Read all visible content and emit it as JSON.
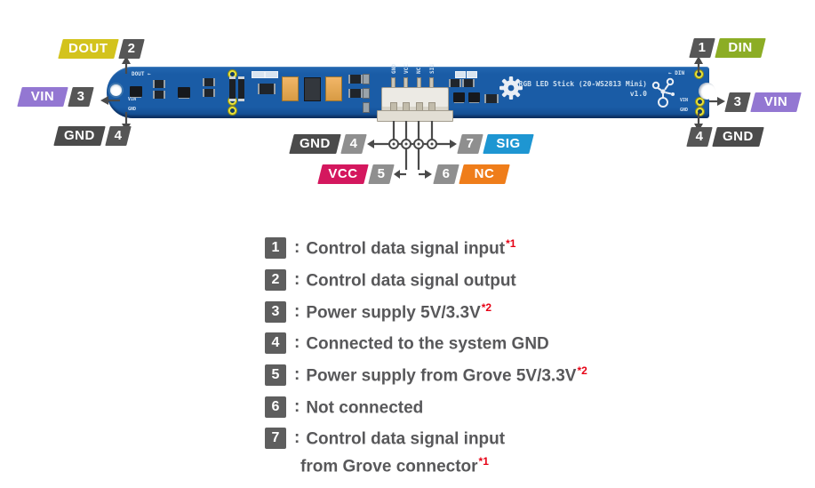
{
  "colors": {
    "board_blue": "#1a5ca6",
    "dout_yellow": "#d3c31d",
    "vin_purple": "#9377d2",
    "gnd_dark": "#4b4b4b",
    "din_green": "#8cad25",
    "sig_blue": "#1e96d2",
    "vcc_magenta": "#d4175e",
    "nc_orange": "#ef7d1a",
    "badge_dark": "#565656",
    "badge_light": "#8f8f8f",
    "legend_square_gray": "#5e5e5e",
    "legend_text_gray": "#58585a",
    "footnote_red": "#e60014",
    "wire_gray": "#4a4a4a",
    "pad_yellow": "#e6e23a"
  },
  "board": {
    "title": "RGB LED Stick (20-WS2813 Mini)",
    "version": "v1.0",
    "silk_dout": "DOUT ←",
    "silk_din": "← DIN",
    "silk_vin_left": "VIN",
    "silk_gnd_left": "GND",
    "silk_vin_right": "VIN",
    "silk_gnd_right": "GND",
    "connector_silk": {
      "pin1": "GND",
      "pin2": "VCC",
      "pin3": "NC",
      "pin4": "SIG"
    }
  },
  "callouts": {
    "left": {
      "dout": {
        "label": "DOUT",
        "num": "2"
      },
      "vin": {
        "label": "VIN",
        "num": "3"
      },
      "gnd": {
        "label": "GND",
        "num": "4"
      }
    },
    "right": {
      "din": {
        "num": "1",
        "label": "DIN"
      },
      "vin": {
        "num": "3",
        "label": "VIN"
      },
      "gnd": {
        "num": "4",
        "label": "GND"
      }
    },
    "grove": {
      "gnd": {
        "label": "GND",
        "num": "4"
      },
      "sig": {
        "num": "7",
        "label": "SIG"
      },
      "vcc": {
        "label": "VCC",
        "num": "5"
      },
      "nc": {
        "num": "6",
        "label": "NC"
      }
    }
  },
  "legend": {
    "separator": ":",
    "items": [
      {
        "num": "1",
        "text": "Control data signal input",
        "sup": "*1"
      },
      {
        "num": "2",
        "text": "Control data signal output",
        "sup": ""
      },
      {
        "num": "3",
        "text": "Power supply 5V/3.3V",
        "sup": "*2"
      },
      {
        "num": "4",
        "text": "Connected to the system GND",
        "sup": ""
      },
      {
        "num": "5",
        "text": "Power supply from Grove 5V/3.3V",
        "sup": "*2"
      },
      {
        "num": "6",
        "text": "Not connected",
        "sup": ""
      },
      {
        "num": "7",
        "text": "Control data signal input",
        "sup": "",
        "text2": "from Grove connector",
        "sup2": "*1"
      }
    ]
  }
}
